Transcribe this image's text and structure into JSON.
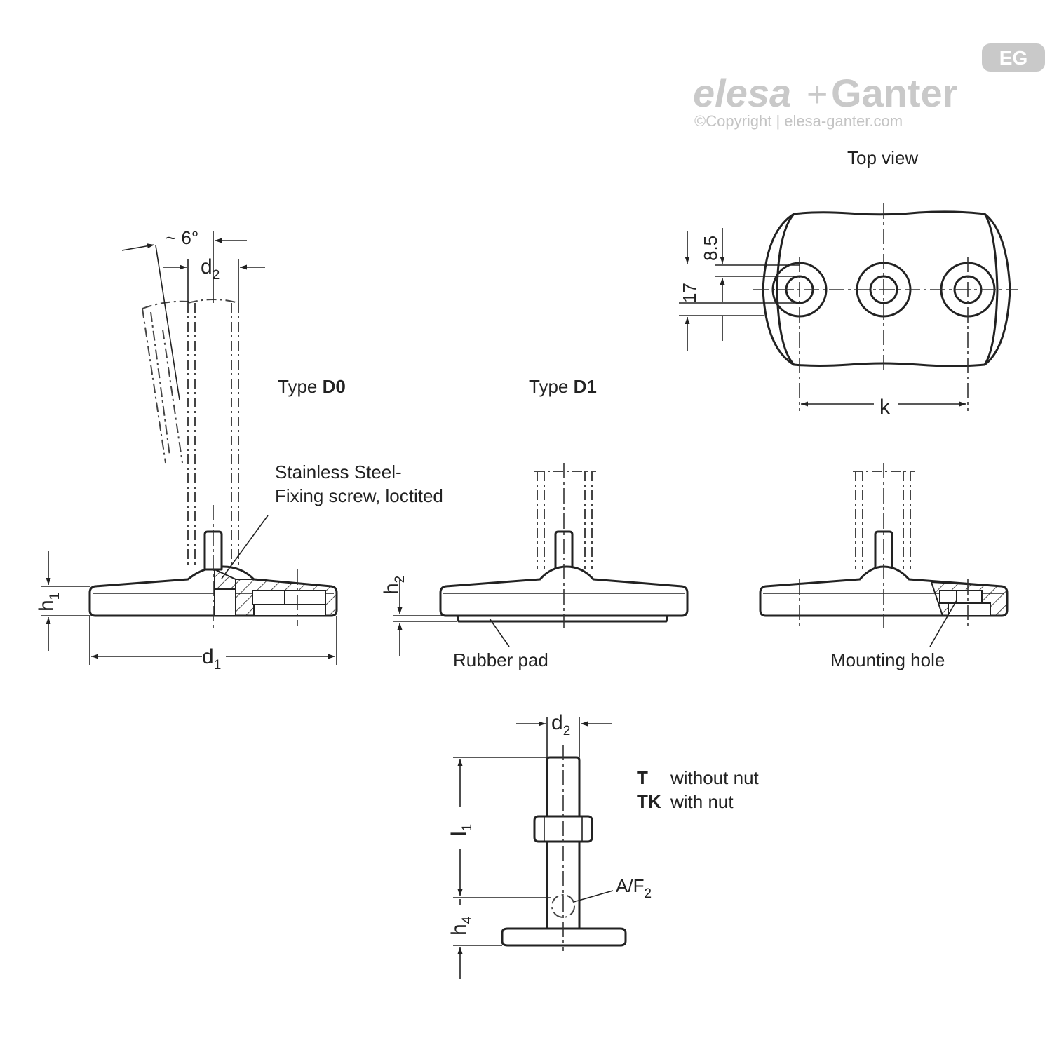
{
  "logo": {
    "brand_part1": "elesa",
    "brand_plus": "+",
    "brand_part2": "Ganter",
    "badge": "EG",
    "copyright": "©Copyright | elesa-ganter.com"
  },
  "views": {
    "d0": {
      "prefix": "Type ",
      "code": "D0"
    },
    "d1": {
      "prefix": "Type ",
      "code": "D1"
    },
    "top_view": "Top view"
  },
  "callouts": {
    "fixing_screw_line1": "Stainless Steel-",
    "fixing_screw_line2": "Fixing screw, loctited",
    "rubber_pad": "Rubber pad",
    "mounting_hole": "Mounting hole"
  },
  "dimensions": {
    "angle": "~ 6°",
    "d2_base": "d",
    "d2_sub": "2",
    "d1_base": "d",
    "d1_sub": "1",
    "h1_base": "h",
    "h1_sub": "1",
    "h2_base": "h",
    "h2_sub": "2",
    "h4_base": "h",
    "h4_sub": "4",
    "l1_base": "l",
    "l1_sub": "1",
    "af2_base": "A/F",
    "af2_sub": "2",
    "k": "k",
    "v85": "8.5",
    "v17": "17"
  },
  "legend": {
    "t_code": "T",
    "t_text": "without nut",
    "tk_code": "TK",
    "tk_text": "with nut"
  },
  "colors": {
    "line": "#222222",
    "logo_grey": "#c9c9c9",
    "background": "#ffffff"
  }
}
